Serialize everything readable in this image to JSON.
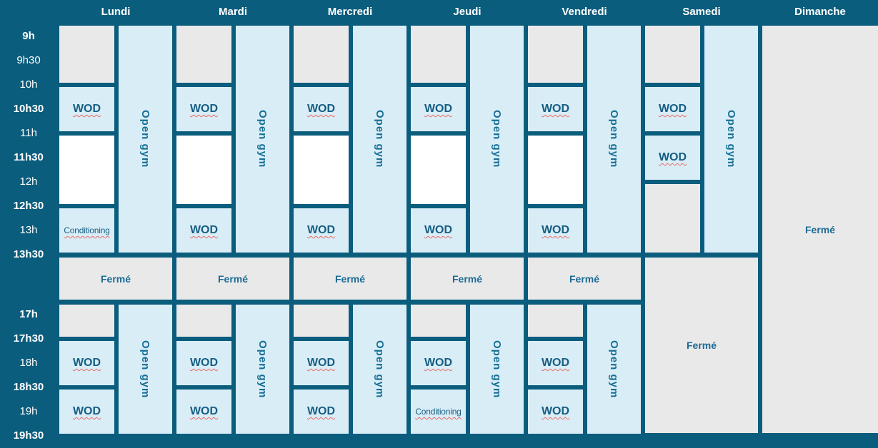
{
  "page": {
    "type": "gym-weekly-schedule",
    "language": "fr"
  },
  "colors": {
    "background": "#0b5d7d",
    "cell_gray": "#e9e9e9",
    "cell_blue": "#d9edf7",
    "cell_white": "#ffffff",
    "header_text": "#ffffff",
    "time_text": "#ffffff",
    "class_text": "#155e82",
    "closed_text": "#1c6b94",
    "open_gym_text": "#156f94",
    "squiggle": "#ea6b62"
  },
  "time_labels": [
    {
      "text": "9h",
      "bold": true
    },
    {
      "text": "9h30",
      "bold": false
    },
    {
      "text": "10h",
      "bold": false
    },
    {
      "text": "10h30",
      "bold": true
    },
    {
      "text": "11h",
      "bold": false
    },
    {
      "text": "11h30",
      "bold": true
    },
    {
      "text": "12h",
      "bold": false
    },
    {
      "text": "12h30",
      "bold": true
    },
    {
      "text": "13h",
      "bold": false
    },
    {
      "text": "13h30",
      "bold": true
    },
    {
      "text": "17h",
      "bold": true
    },
    {
      "text": "17h30",
      "bold": true
    },
    {
      "text": "18h",
      "bold": false
    },
    {
      "text": "18h30",
      "bold": true
    },
    {
      "text": "19h",
      "bold": false
    },
    {
      "text": "19h30",
      "bold": true
    }
  ],
  "days": [
    {
      "label": "Lundi",
      "cells": [
        {
          "kind": "empty",
          "col": "left",
          "start": "9h",
          "end": "10h"
        },
        {
          "kind": "class",
          "col": "left",
          "start": "10h",
          "end": "11h",
          "label": "WOD"
        },
        {
          "kind": "blank",
          "col": "left",
          "start": "11h",
          "end": "12h30"
        },
        {
          "kind": "class",
          "col": "left",
          "start": "12h30",
          "end": "13h30",
          "label": "Conditioning"
        },
        {
          "kind": "open_gym",
          "col": "right",
          "start": "9h",
          "end": "13h30",
          "label": "Open gym"
        },
        {
          "kind": "closed",
          "col": "full",
          "start": "13h30",
          "end": "17h",
          "label": "Fermé"
        },
        {
          "kind": "empty",
          "col": "left",
          "start": "17h",
          "end": "17h30"
        },
        {
          "kind": "class",
          "col": "left",
          "start": "17h30",
          "end": "18h30",
          "label": "WOD"
        },
        {
          "kind": "class",
          "col": "left",
          "start": "18h30",
          "end": "19h30",
          "label": "WOD"
        },
        {
          "kind": "open_gym",
          "col": "right",
          "start": "17h",
          "end": "19h30",
          "label": "Open gym"
        }
      ]
    },
    {
      "label": "Mardi",
      "cells": [
        {
          "kind": "empty",
          "col": "left",
          "start": "9h",
          "end": "10h"
        },
        {
          "kind": "class",
          "col": "left",
          "start": "10h",
          "end": "11h",
          "label": "WOD"
        },
        {
          "kind": "blank",
          "col": "left",
          "start": "11h",
          "end": "12h30"
        },
        {
          "kind": "class",
          "col": "left",
          "start": "12h30",
          "end": "13h30",
          "label": "WOD"
        },
        {
          "kind": "open_gym",
          "col": "right",
          "start": "9h",
          "end": "13h30",
          "label": "Open gym"
        },
        {
          "kind": "closed",
          "col": "full",
          "start": "13h30",
          "end": "17h",
          "label": "Fermé"
        },
        {
          "kind": "empty",
          "col": "left",
          "start": "17h",
          "end": "17h30"
        },
        {
          "kind": "class",
          "col": "left",
          "start": "17h30",
          "end": "18h30",
          "label": "WOD"
        },
        {
          "kind": "class",
          "col": "left",
          "start": "18h30",
          "end": "19h30",
          "label": "WOD"
        },
        {
          "kind": "open_gym",
          "col": "right",
          "start": "17h",
          "end": "19h30",
          "label": "Open gym"
        }
      ]
    },
    {
      "label": "Mercredi",
      "cells": [
        {
          "kind": "empty",
          "col": "left",
          "start": "9h",
          "end": "10h"
        },
        {
          "kind": "class",
          "col": "left",
          "start": "10h",
          "end": "11h",
          "label": "WOD"
        },
        {
          "kind": "blank",
          "col": "left",
          "start": "11h",
          "end": "12h30"
        },
        {
          "kind": "class",
          "col": "left",
          "start": "12h30",
          "end": "13h30",
          "label": "WOD"
        },
        {
          "kind": "open_gym",
          "col": "right",
          "start": "9h",
          "end": "13h30",
          "label": "Open gym"
        },
        {
          "kind": "closed",
          "col": "full",
          "start": "13h30",
          "end": "17h",
          "label": "Fermé"
        },
        {
          "kind": "empty",
          "col": "left",
          "start": "17h",
          "end": "17h30"
        },
        {
          "kind": "class",
          "col": "left",
          "start": "17h30",
          "end": "18h30",
          "label": "WOD"
        },
        {
          "kind": "class",
          "col": "left",
          "start": "18h30",
          "end": "19h30",
          "label": "WOD"
        },
        {
          "kind": "open_gym",
          "col": "right",
          "start": "17h",
          "end": "19h30",
          "label": "Open gym"
        }
      ]
    },
    {
      "label": "Jeudi",
      "cells": [
        {
          "kind": "empty",
          "col": "left",
          "start": "9h",
          "end": "10h"
        },
        {
          "kind": "class",
          "col": "left",
          "start": "10h",
          "end": "11h",
          "label": "WOD"
        },
        {
          "kind": "blank",
          "col": "left",
          "start": "11h",
          "end": "12h30"
        },
        {
          "kind": "class",
          "col": "left",
          "start": "12h30",
          "end": "13h30",
          "label": "WOD"
        },
        {
          "kind": "open_gym",
          "col": "right",
          "start": "9h",
          "end": "13h30",
          "label": "Open gym"
        },
        {
          "kind": "closed",
          "col": "full",
          "start": "13h30",
          "end": "17h",
          "label": "Fermé"
        },
        {
          "kind": "empty",
          "col": "left",
          "start": "17h",
          "end": "17h30"
        },
        {
          "kind": "class",
          "col": "left",
          "start": "17h30",
          "end": "18h30",
          "label": "WOD"
        },
        {
          "kind": "class",
          "col": "left",
          "start": "18h30",
          "end": "19h30",
          "label": "Conditioning"
        },
        {
          "kind": "open_gym",
          "col": "right",
          "start": "17h",
          "end": "19h30",
          "label": "Open gym"
        }
      ]
    },
    {
      "label": "Vendredi",
      "cells": [
        {
          "kind": "empty",
          "col": "left",
          "start": "9h",
          "end": "10h"
        },
        {
          "kind": "class",
          "col": "left",
          "start": "10h",
          "end": "11h",
          "label": "WOD"
        },
        {
          "kind": "blank",
          "col": "left",
          "start": "11h",
          "end": "12h30"
        },
        {
          "kind": "class",
          "col": "left",
          "start": "12h30",
          "end": "13h30",
          "label": "WOD"
        },
        {
          "kind": "open_gym",
          "col": "right",
          "start": "9h",
          "end": "13h30",
          "label": "Open gym"
        },
        {
          "kind": "closed",
          "col": "full",
          "start": "13h30",
          "end": "17h",
          "label": "Fermé"
        },
        {
          "kind": "empty",
          "col": "left",
          "start": "17h",
          "end": "17h30"
        },
        {
          "kind": "class",
          "col": "left",
          "start": "17h30",
          "end": "18h30",
          "label": "WOD"
        },
        {
          "kind": "class",
          "col": "left",
          "start": "18h30",
          "end": "19h30",
          "label": "WOD"
        },
        {
          "kind": "open_gym",
          "col": "right",
          "start": "17h",
          "end": "19h30",
          "label": "Open gym"
        }
      ]
    },
    {
      "label": "Samedi",
      "cells": [
        {
          "kind": "empty",
          "col": "left",
          "start": "9h",
          "end": "10h"
        },
        {
          "kind": "class",
          "col": "left",
          "start": "10h",
          "end": "11h",
          "label": "WOD"
        },
        {
          "kind": "class",
          "col": "left",
          "start": "11h",
          "end": "12h",
          "label": "WOD"
        },
        {
          "kind": "empty",
          "col": "left",
          "start": "12h",
          "end": "13h30"
        },
        {
          "kind": "open_gym",
          "col": "right",
          "start": "9h",
          "end": "13h30",
          "label": "Open gym"
        },
        {
          "kind": "closed",
          "col": "full",
          "start": "13h30",
          "end": "19h30",
          "label": "Fermé"
        }
      ]
    },
    {
      "label": "Dimanche",
      "cells": [
        {
          "kind": "closed",
          "col": "full",
          "start": "9h",
          "end": "19h30",
          "label": "Fermé"
        }
      ]
    }
  ]
}
